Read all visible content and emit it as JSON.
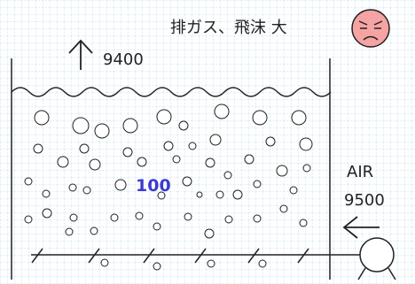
{
  "header": {
    "text": "排ガス、飛沫 大"
  },
  "outflow": {
    "value": "9400"
  },
  "tank": {
    "label": "100"
  },
  "inflow": {
    "label": "AIR",
    "value": "9500"
  },
  "face_icon": "annoyed-face-icon",
  "colors": {
    "grid": "#b7dcec",
    "ink": "#222222",
    "label": "#3a3ad0",
    "face": "#f5a3a3"
  }
}
